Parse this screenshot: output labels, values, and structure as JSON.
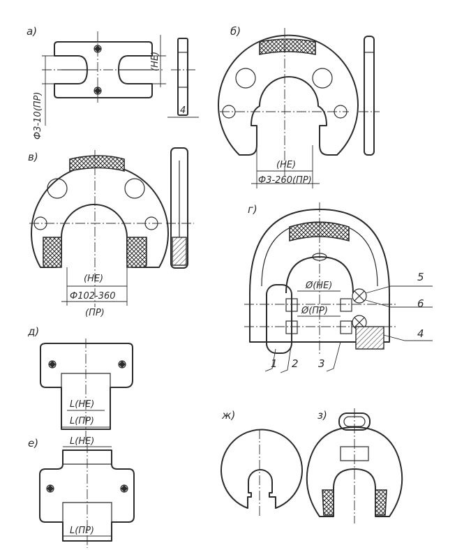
{
  "labels": {
    "a": "а)",
    "b": "б)",
    "v": "в)",
    "g": "г)",
    "d": "д)",
    "e": "е)",
    "zh": "ж)",
    "z": "з)"
  },
  "dimensions": {
    "a_diameter": "Ф3-10(ПР)",
    "a_ne": "(НЕ)",
    "a_thickness": "4",
    "b_ne": "(НЕ)",
    "b_diameter": "Ф3-260(ПР)",
    "v_ne": "(НЕ)",
    "v_diameter": "Ф102-360",
    "v_pr": "(ПР)",
    "g_ne": "Ø(НЕ)",
    "g_pr": "Ø(ПР)",
    "d_ne": "L(НЕ)",
    "d_pr": "L(ПР)",
    "e_ne": "L(НЕ)",
    "e_pr": "L(ПР)"
  },
  "callouts": [
    "1",
    "2",
    "3",
    "4",
    "5",
    "6"
  ]
}
